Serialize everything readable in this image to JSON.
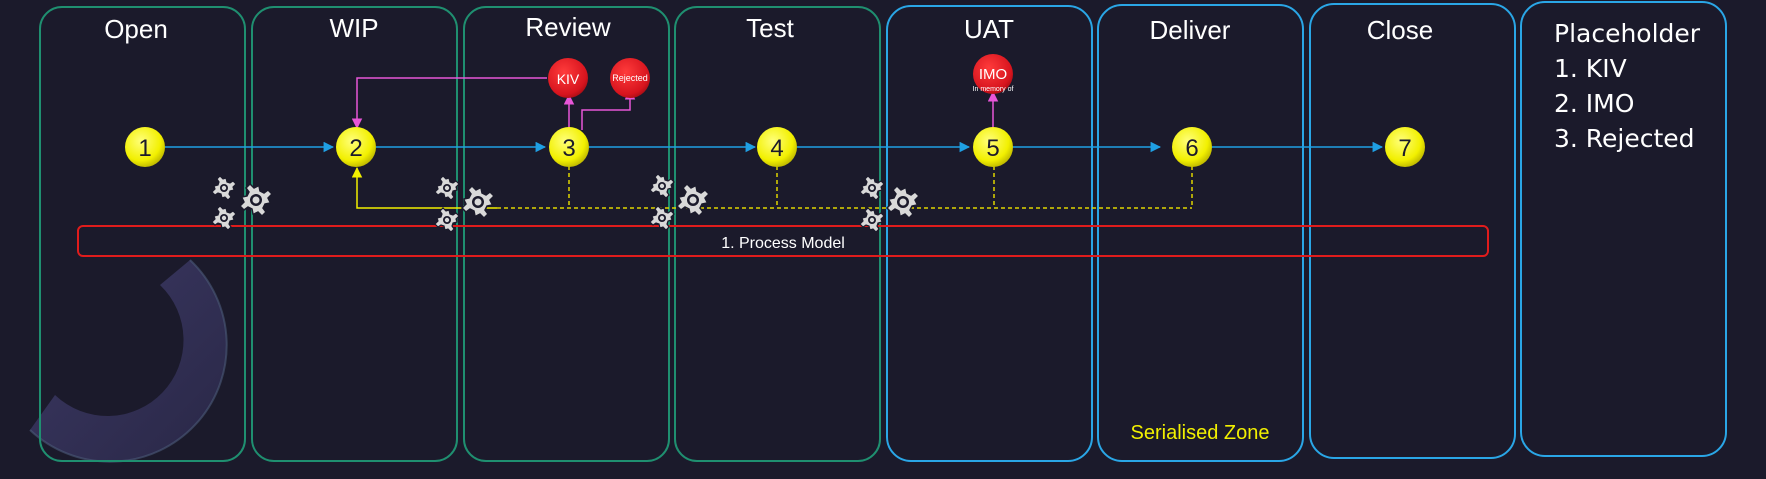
{
  "stages": [
    {
      "title": "Open"
    },
    {
      "title": "WIP"
    },
    {
      "title": "Review"
    },
    {
      "title": "Test"
    },
    {
      "title": "UAT"
    },
    {
      "title": "Deliver"
    },
    {
      "title": "Close"
    }
  ],
  "nodes": [
    "1",
    "2",
    "3",
    "4",
    "5",
    "6",
    "7"
  ],
  "flags": {
    "kiv": "KIV",
    "rejected": "Rejected",
    "imo": "IMO",
    "imo_sub": "In memory of"
  },
  "process_model_label": "1. Process Model",
  "serialised_zone_label": "Serialised Zone",
  "placeholder": {
    "title": "Placeholder",
    "items": [
      "1. KIV",
      "2. IMO",
      "3. Rejected"
    ]
  },
  "colors": {
    "background": "#1b1a2b",
    "green_border": "#1f8f70",
    "blue_border": "#2aa6e6",
    "node_yellow": "#f2f000",
    "flag_red": "#d7141e",
    "flow_blue": "#1f9fe3",
    "kiv_pink": "#e856d8",
    "dashed_yellow": "#e0d500",
    "model_red": "#e01c1c",
    "serialised_text": "#f2f000"
  }
}
